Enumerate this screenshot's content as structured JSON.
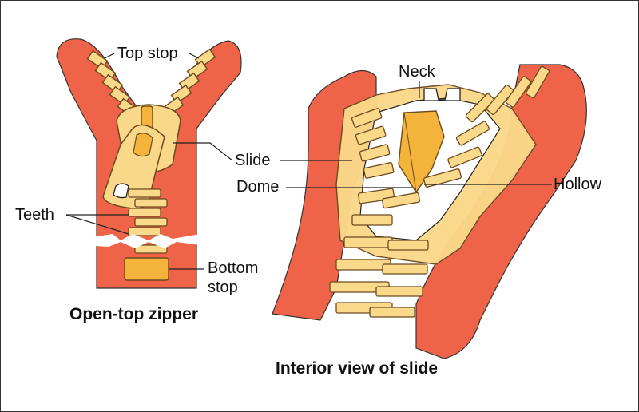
{
  "colors": {
    "tape": "#ef6448",
    "tooth": "#fbd98a",
    "tooth_stroke": "#6b4a1e",
    "slide": "#fad88a",
    "slide_dark": "#f4b33a",
    "line": "#222222"
  },
  "labels": {
    "top_stop": "Top stop",
    "slide_left": "Slide",
    "teeth": "Teeth",
    "bottom_stop": "Bottom stop",
    "neck": "Neck",
    "dome": "Dome",
    "hollow": "Hollow"
  },
  "captions": {
    "open_top": "Open-top zipper",
    "interior": "Interior view of slide"
  }
}
